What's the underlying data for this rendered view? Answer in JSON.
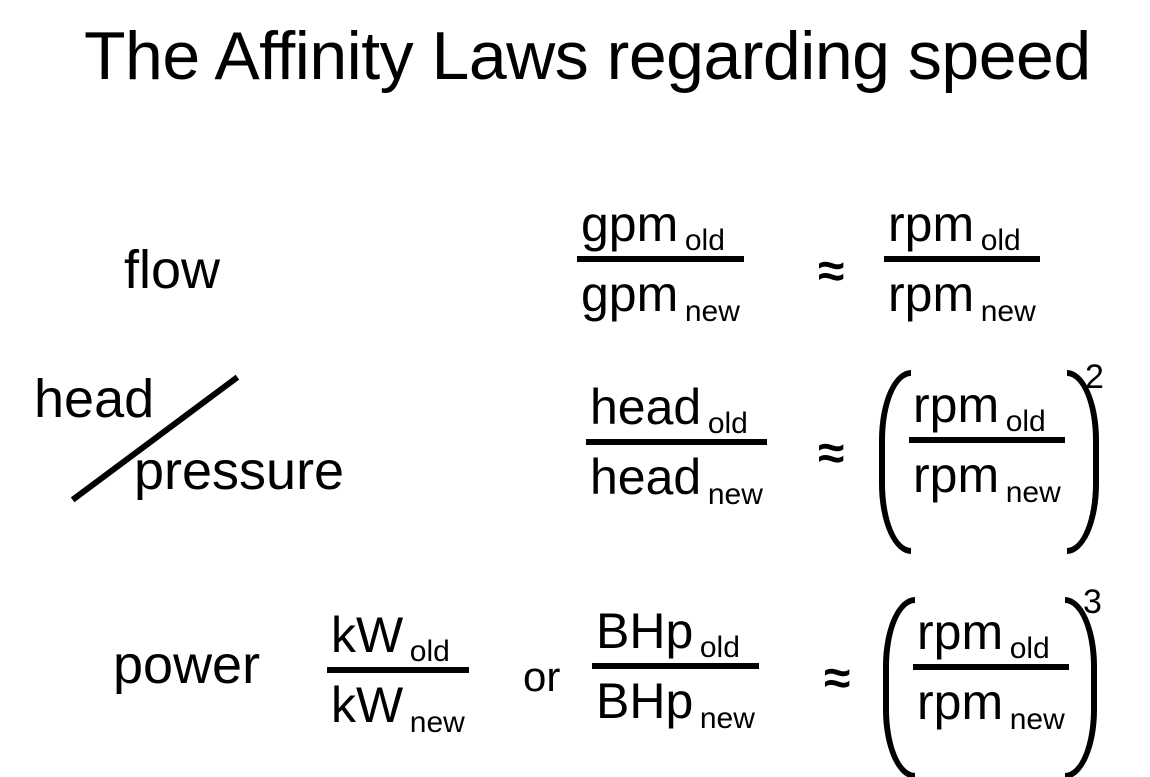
{
  "title": "The Affinity Laws regarding speed",
  "colors": {
    "background": "#ffffff",
    "text": "#000000"
  },
  "symbols": {
    "approx": "≈",
    "or": "or",
    "exponent_square": "2",
    "exponent_cube": "3"
  },
  "subscripts": {
    "old": "old",
    "new": "new"
  },
  "rows": [
    {
      "label": "flow",
      "left_fraction": {
        "numerator": "gpm",
        "num_sub": "old",
        "denominator": "gpm",
        "den_sub": "new"
      },
      "relation": "≈",
      "right_fraction": {
        "numerator": "rpm",
        "num_sub": "old",
        "denominator": "rpm",
        "den_sub": "new"
      },
      "exponent": ""
    },
    {
      "label_top": "head",
      "label_bottom": "pressure",
      "left_fraction": {
        "numerator": "head",
        "num_sub": "old",
        "denominator": "head",
        "den_sub": "new"
      },
      "relation": "≈",
      "right_fraction": {
        "numerator": "rpm",
        "num_sub": "old",
        "denominator": "rpm",
        "den_sub": "new"
      },
      "exponent": "2"
    },
    {
      "label": "power",
      "left_fraction": {
        "numerator": "kW",
        "num_sub": "old",
        "denominator": "kW",
        "den_sub": "new"
      },
      "connector": "or",
      "middle_fraction": {
        "numerator": "BHp",
        "num_sub": "old",
        "denominator": "BHp",
        "den_sub": "new"
      },
      "relation": "≈",
      "right_fraction": {
        "numerator": "rpm",
        "num_sub": "old",
        "denominator": "rpm",
        "den_sub": "new"
      },
      "exponent": "3"
    }
  ]
}
